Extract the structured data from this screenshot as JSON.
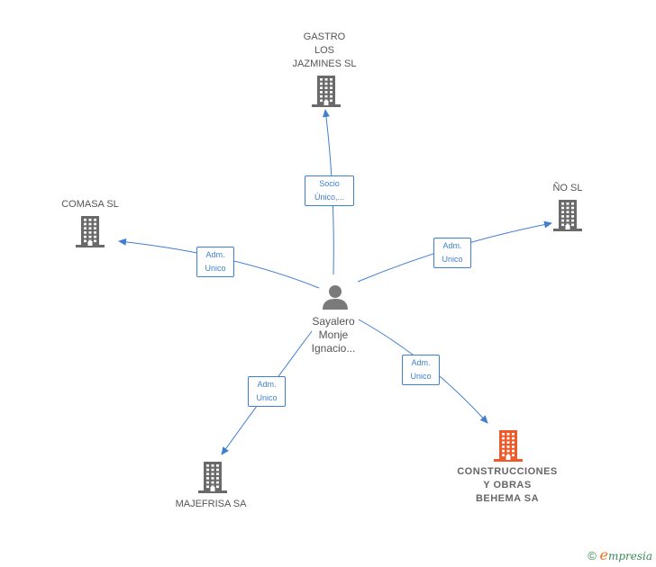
{
  "colors": {
    "edge": "#3f7fcf",
    "building": "#6a6a6a",
    "building_highlight": "#ee5a2a",
    "person": "#7a7a7a",
    "brand_green": "#3a8a55",
    "brand_orange": "#e8731e"
  },
  "person": {
    "name_lines": [
      "Sayalero",
      "Monje",
      "Ignacio..."
    ],
    "icon": "person-icon"
  },
  "companies": {
    "gastro": {
      "label_lines": [
        "GASTRO",
        "LOS",
        "JAZMINES SL"
      ],
      "icon": "building-icon"
    },
    "comasa": {
      "label_lines": [
        "COMASA SL"
      ],
      "icon": "building-icon"
    },
    "nosl": {
      "label_lines": [
        "ÑO SL"
      ],
      "icon": "building-icon"
    },
    "majefrisa": {
      "label_lines": [
        "MAJEFRISA SA"
      ],
      "icon": "building-icon"
    },
    "behema": {
      "label_lines": [
        "CONSTRUCCIONES",
        "Y OBRAS",
        "BEHEMA SA"
      ],
      "icon": "building-icon",
      "highlight": true
    }
  },
  "relations": {
    "to_gastro": {
      "lines": [
        "Socio",
        "Único,..."
      ]
    },
    "to_comasa": {
      "lines": [
        "Adm.",
        "Unico"
      ]
    },
    "to_nosl": {
      "lines": [
        "Adm.",
        "Unico"
      ]
    },
    "to_majefrisa": {
      "lines": [
        "Adm.",
        "Unico"
      ]
    },
    "to_behema": {
      "lines": [
        "Adm.",
        "Unico"
      ]
    }
  },
  "footer": {
    "copyright": "©",
    "brand_initial": "e",
    "brand_rest": "mpresia"
  }
}
